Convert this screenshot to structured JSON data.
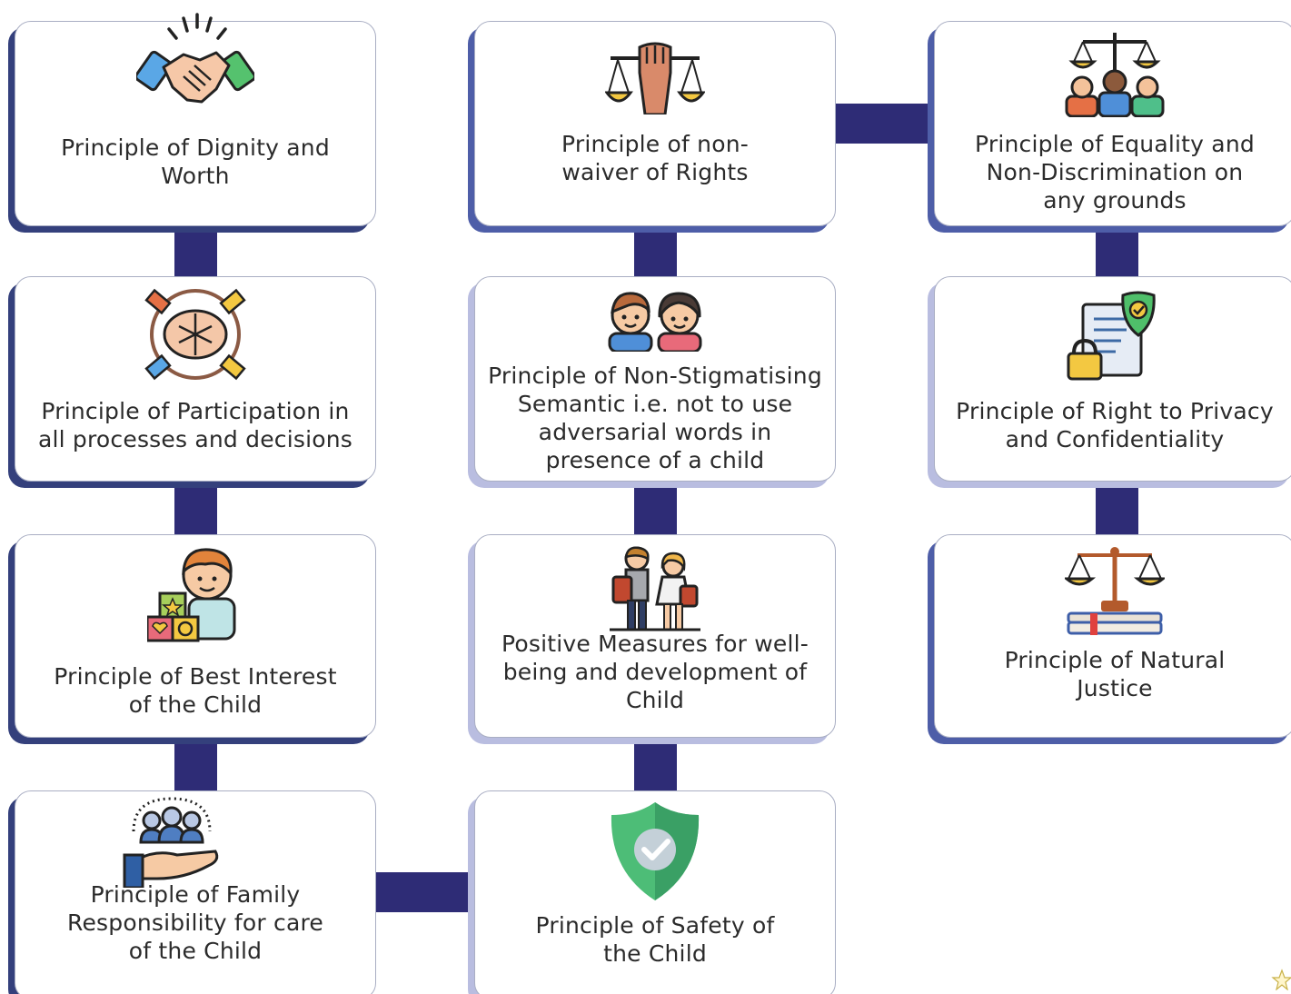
{
  "colors": {
    "connector": "#2e2c76",
    "shadow_dark": "#34407c",
    "shadow_medium": "#4e5ea8",
    "shadow_light": "#b9bde0"
  },
  "cards": [
    {
      "id": "dignity",
      "label": "Principle of Dignity and Worth",
      "icon": "handshake-icon"
    },
    {
      "id": "non-waiver",
      "label": "Principle of non-waiver of Rights",
      "icon": "fist-scales-icon"
    },
    {
      "id": "equality",
      "label": "Principle of Equality and Non-Discrimination on any grounds",
      "icon": "scales-people-icon"
    },
    {
      "id": "participation",
      "label": "Principle of Participation in all processes and decisions",
      "icon": "joined-hands-icon"
    },
    {
      "id": "non-stigmatising",
      "label": "Principle of Non-Stigmatising Semantic i.e. not to use adversarial words in presence of a child",
      "icon": "children-faces-icon"
    },
    {
      "id": "privacy",
      "label": "Principle of Right to Privacy and Confidentiality",
      "icon": "document-lock-shield-icon"
    },
    {
      "id": "best-interest",
      "label": "Principle of Best Interest of the Child",
      "icon": "child-blocks-icon"
    },
    {
      "id": "positive-measures",
      "label": "Positive Measures for well-being and development of Child",
      "icon": "school-children-icon"
    },
    {
      "id": "natural-justice",
      "label": "Principle of Natural Justice",
      "icon": "scales-books-icon"
    },
    {
      "id": "family-responsibility",
      "label": "Principle of Family Responsibility for care of the Child",
      "icon": "family-hand-icon"
    },
    {
      "id": "safety",
      "label": "Principle of Safety of the Child",
      "icon": "shield-check-icon"
    }
  ]
}
